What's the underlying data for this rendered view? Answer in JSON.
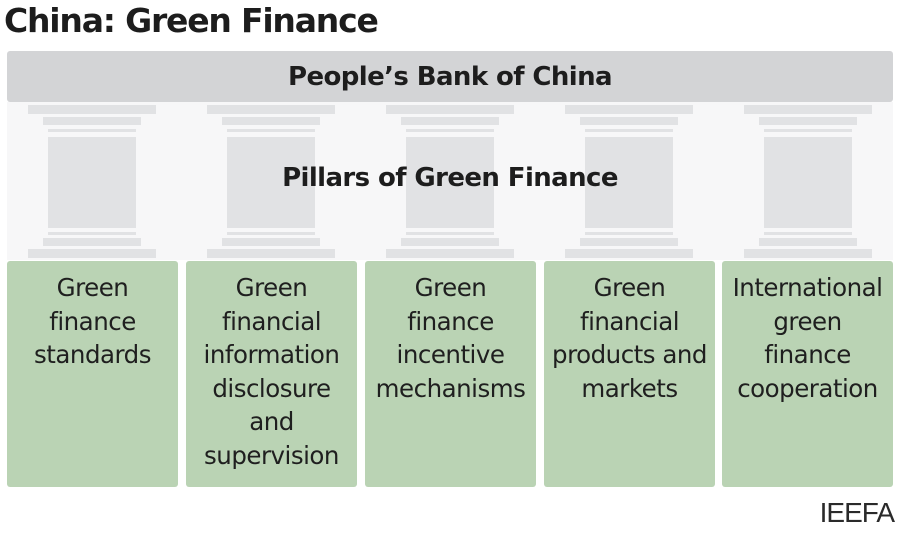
{
  "title": "China: Green Finance",
  "bank": "People’s Bank of China",
  "pillars_label": "Pillars of Green Finance",
  "pillar_count": 5,
  "pillars": [
    {
      "lines": [
        "Green",
        "finance",
        "standards"
      ]
    },
    {
      "lines": [
        "Green",
        "financial",
        "information",
        "disclosure",
        "and",
        "supervision"
      ]
    },
    {
      "lines": [
        "Green",
        "finance",
        "incentive",
        "mechanisms"
      ]
    },
    {
      "lines": [
        "Green",
        "financial",
        "products and",
        "markets"
      ]
    },
    {
      "lines": [
        "International",
        "green",
        "finance",
        "cooperation"
      ]
    }
  ],
  "credit": "IEEFA",
  "colors": {
    "bank_bar": "#d3d4d6",
    "pillar_bg": "#f7f7f8",
    "pillar_shape": "#e1e2e4",
    "box_green": "#bad3b4",
    "text": "#1d1d1d"
  }
}
